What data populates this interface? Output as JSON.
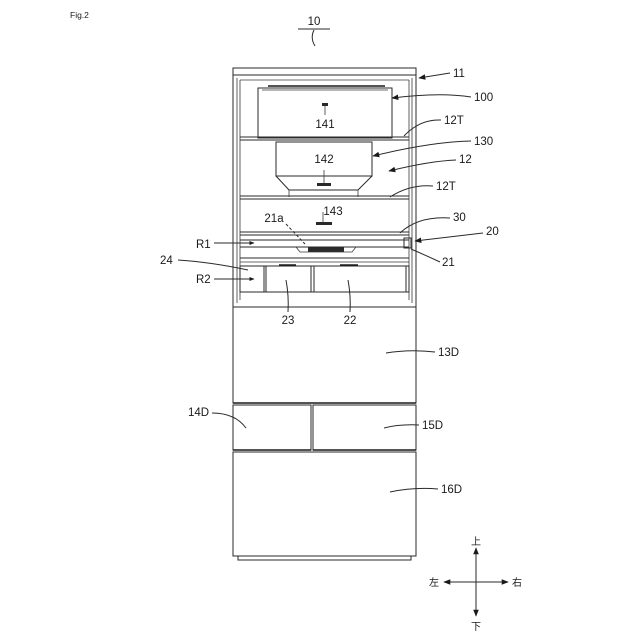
{
  "figure": {
    "caption": "Fig.2",
    "labels": {
      "l10": "10",
      "l11": "11",
      "l100": "100",
      "l141": "141",
      "l12T_upper": "12T",
      "l130": "130",
      "l142": "142",
      "l12": "12",
      "l12T_lower": "12T",
      "l143": "143",
      "l21a": "21a",
      "l30": "30",
      "lR1": "R1",
      "l20": "20",
      "l24": "24",
      "l21": "21",
      "lR2": "R2",
      "l23": "23",
      "l22": "22",
      "l13D": "13D",
      "l14D": "14D",
      "l15D": "15D",
      "l16D": "16D"
    },
    "directions": {
      "up": "上",
      "down": "下",
      "left": "左",
      "right": "右"
    }
  }
}
